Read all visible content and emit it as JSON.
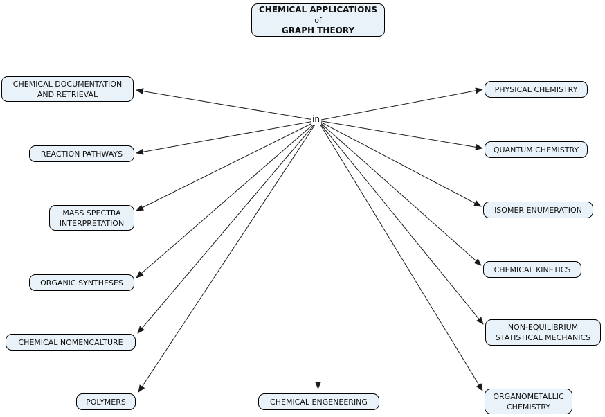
{
  "title_node": {
    "line1": "CHEMICAL APPLICATIONS",
    "line2": "of",
    "line3": "GRAPH THEORY"
  },
  "center_link": {
    "label": "in"
  },
  "left_nodes": [
    {
      "label": "CHEMICAL DOCUMENTATION AND RETRIEVAL"
    },
    {
      "label": "REACTION PATHWAYS"
    },
    {
      "label": "MASS SPECTRA INTERPRETATION"
    },
    {
      "label": "ORGANIC SYNTHESES"
    },
    {
      "label": "CHEMICAL NOMENCALTURE"
    },
    {
      "label": "POLYMERS"
    }
  ],
  "right_nodes": [
    {
      "label": "PHYSICAL CHEMISTRY"
    },
    {
      "label": "QUANTUM CHEMISTRY"
    },
    {
      "label": "ISOMER ENUMERATION"
    },
    {
      "label": "CHEMICAL KINETICS"
    },
    {
      "label": "NON-EQUILIBRIUM STATISTICAL MECHANICS"
    },
    {
      "label": "ORGANOMETALLIC CHEMISTRY"
    }
  ],
  "bottom_node": {
    "label": "CHEMICAL ENGENEERING"
  },
  "colors": {
    "node_fill": "#e9f2f8",
    "node_border": "#000000",
    "connector_line": "#1a1a1a",
    "background": "#ffffff",
    "text": "#111111"
  }
}
